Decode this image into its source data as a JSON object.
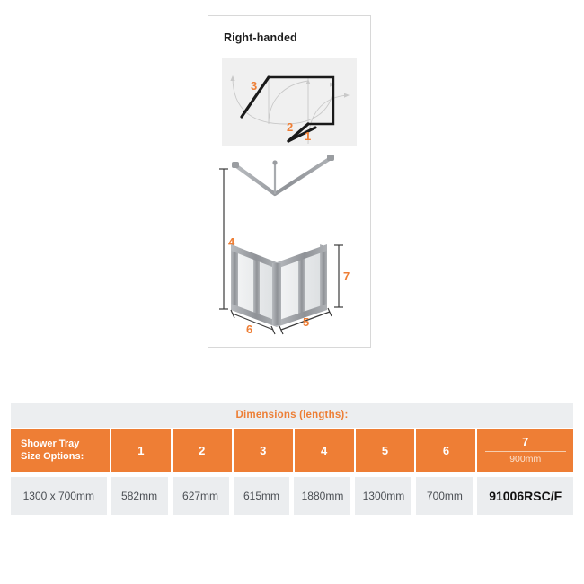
{
  "illustration": {
    "title": "Right-handed",
    "plan_labels": [
      "1",
      "2",
      "3"
    ],
    "iso_labels": [
      "4",
      "5",
      "6",
      "7"
    ],
    "accent_color": "#ee7e35",
    "line_color": "#1a1a1a",
    "frame_color": "#9a9da1",
    "glass_color": "#e9ebec",
    "panel_bg": "#f0f0f0"
  },
  "table": {
    "band_label": "Dimensions (lengths):",
    "header": {
      "options_label_line1": "Shower Tray",
      "options_label_line2": "Size Options:",
      "columns": [
        "1",
        "2",
        "3",
        "4",
        "5",
        "6"
      ],
      "seven": {
        "number": "7",
        "sub": "900mm"
      }
    },
    "rows": [
      {
        "size_option": "1300 x 700mm",
        "values": [
          "582mm",
          "627mm",
          "615mm",
          "1880mm",
          "1300mm",
          "700mm"
        ],
        "code": "91006RSC/F"
      }
    ],
    "colors": {
      "header_orange": "#ee7e35",
      "band_gray": "#eceef0",
      "data_gray": "#ebedef",
      "accent_text": "#ed7f36"
    }
  }
}
